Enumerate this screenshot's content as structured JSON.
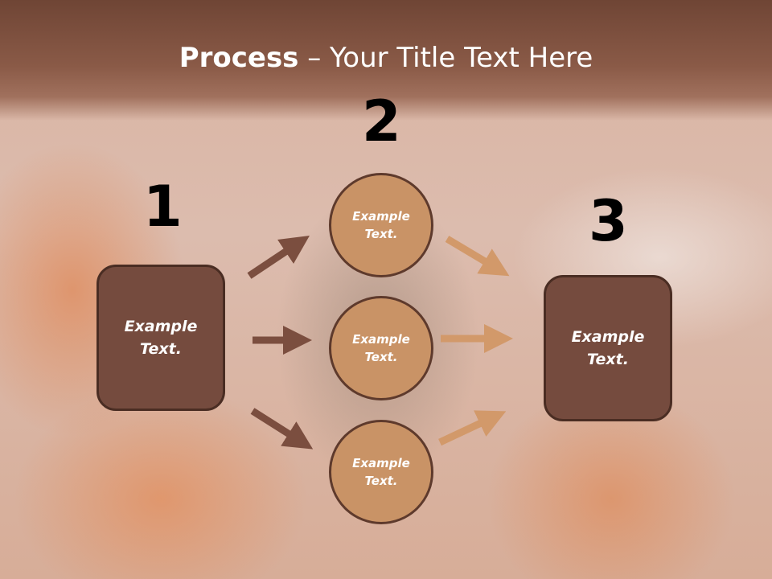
{
  "title": {
    "bold": "Process",
    "rest": " – Your Title Text Here"
  },
  "steps": [
    "1",
    "2",
    "3"
  ],
  "left_box": {
    "line1": "Example",
    "line2": "Text."
  },
  "circles": [
    {
      "line1": "Example",
      "line2": "Text."
    },
    {
      "line1": "Example",
      "line2": "Text."
    },
    {
      "line1": "Example",
      "line2": "Text."
    }
  ],
  "right_box": {
    "line1": "Example",
    "line2": "Text."
  },
  "colors": {
    "box": "#754b3e",
    "circle": "#c99366",
    "arrow_left": "#7b4e3f",
    "arrow_right": "#d2996a",
    "header": "#7a4c3b"
  }
}
